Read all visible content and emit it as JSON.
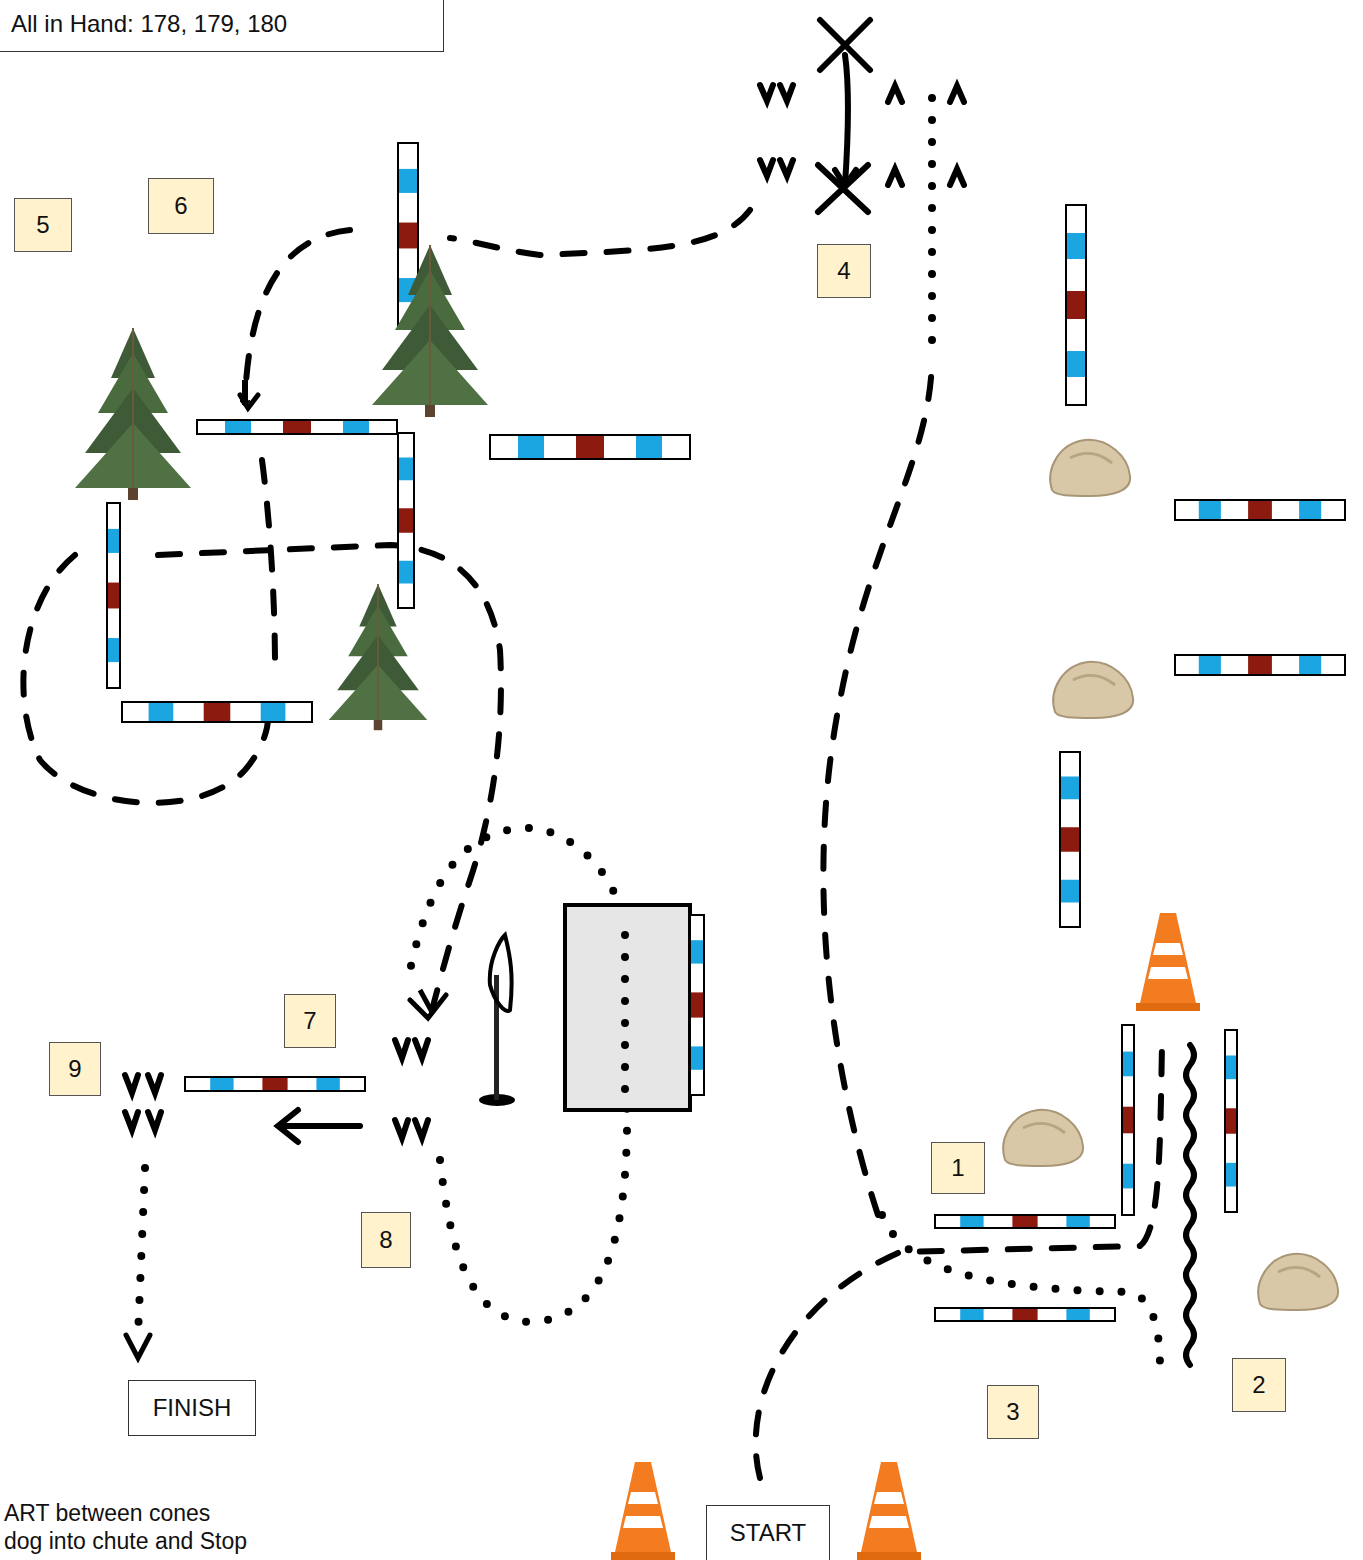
{
  "diagram": {
    "nodes": [
      {
        "text": [
          "All in Hand: 178, 179, 180"
        ]
      },
      {
        "text": [
          "6"
        ]
      },
      {
        "text": [
          "5"
        ]
      },
      {
        "text": [
          "4"
        ]
      },
      {
        "text": [
          "7"
        ]
      },
      {
        "text": [
          "9"
        ]
      },
      {
        "text": [
          "1"
        ]
      },
      {
        "text": [
          "8"
        ]
      },
      {
        "text": [
          "2"
        ]
      },
      {
        "text": [
          "FINISH"
        ]
      },
      {
        "text": [
          "3"
        ]
      },
      {
        "text": [
          "START"
        ]
      }
    ],
    "labels": [
      "ART between cones",
      "dog into chute and Stop"
    ]
  }
}
